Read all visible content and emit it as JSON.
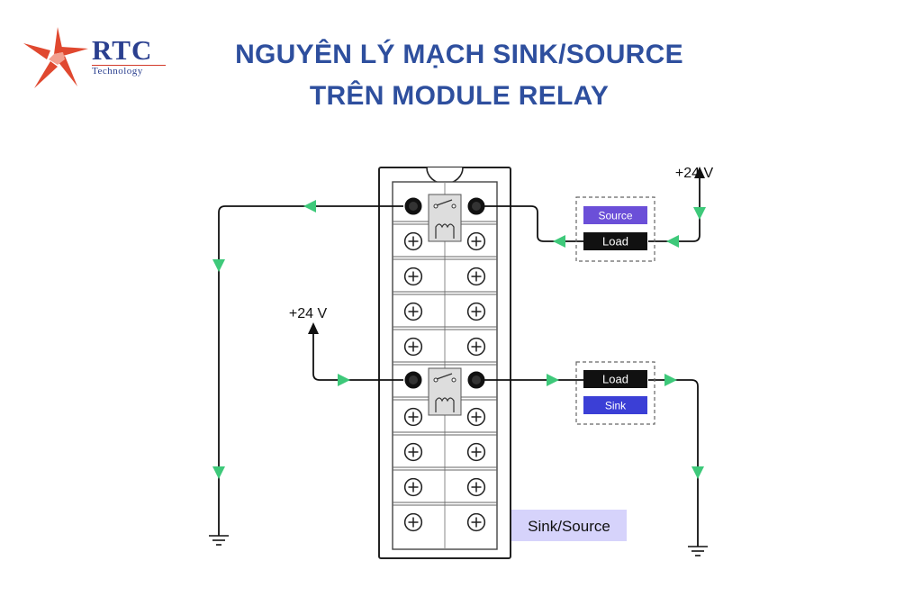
{
  "logo": {
    "brand": "RTC",
    "tagline": "Technology",
    "colors": {
      "star": "#e0482f",
      "text": "#2a3f8f"
    }
  },
  "title": {
    "line1": "NGUYÊN LÝ MẠCH SINK/SOURCE",
    "line2": "TRÊN MODULE RELAY"
  },
  "diagram": {
    "top_circuit": {
      "supply_label": "+24 V",
      "mode_label": "Source",
      "load_label": "Load"
    },
    "bottom_circuit": {
      "supply_label": "+24 V",
      "mode_label": "Sink",
      "load_label": "Load"
    },
    "module_tag": "Sink/Source",
    "colors": {
      "wire": "#111111",
      "arrow": "#3ec97a",
      "source_badge": "#6b4fd8",
      "sink_badge": "#3b3fd6",
      "load_badge": "#111111",
      "tag_bg": "#d6d3fb"
    }
  }
}
